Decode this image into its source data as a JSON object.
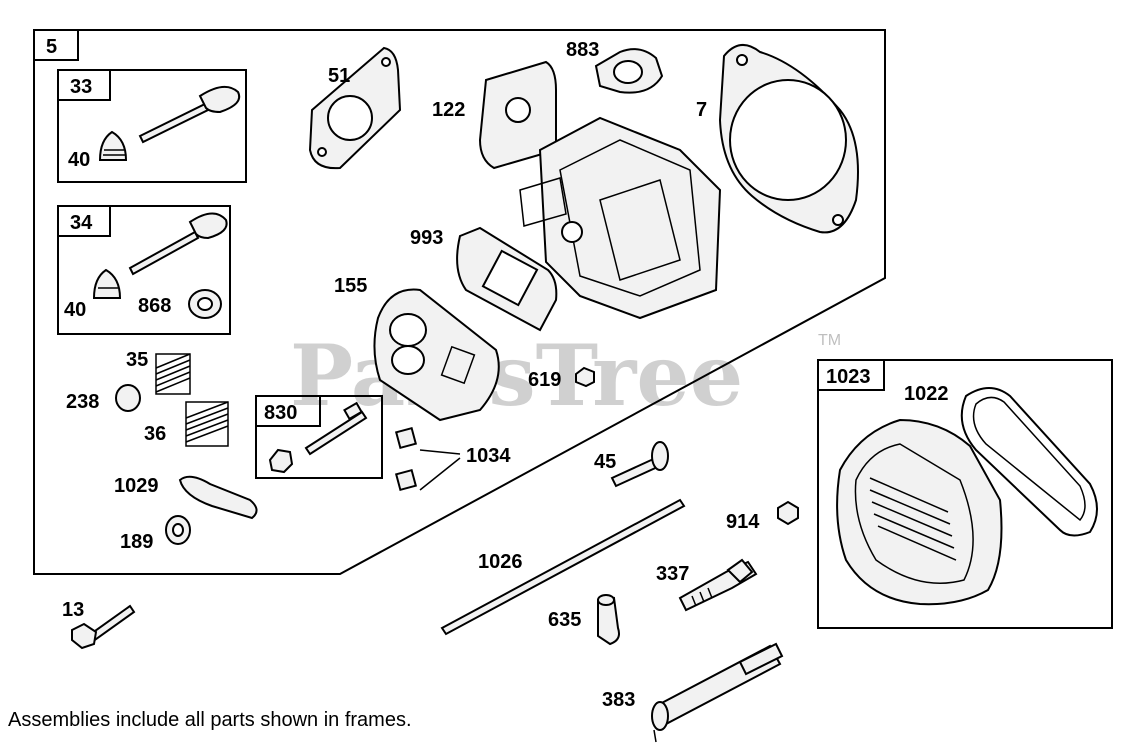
{
  "watermark": {
    "text": "PartsTree",
    "trademark": "TM"
  },
  "footnote": "Assemblies include all parts shown in frames.",
  "frames": {
    "main": "5",
    "exhaust_valve_assembly": "33",
    "intake_valve_assembly": "34",
    "stud_assembly": "830",
    "valve_cover_assembly": "1023"
  },
  "parts": {
    "p40a": "40",
    "p40b": "40",
    "p868": "868",
    "p35": "35",
    "p238": "238",
    "p36": "36",
    "p1029": "1029",
    "p189": "189",
    "p51": "51",
    "p122": "122",
    "p883": "883",
    "p7": "7",
    "p993": "993",
    "p155": "155",
    "p619": "619",
    "p1034": "1034",
    "p45": "45",
    "p914": "914",
    "p1022": "1022",
    "p1026": "1026",
    "p337": "337",
    "p635": "635",
    "p13": "13",
    "p383": "383"
  }
}
